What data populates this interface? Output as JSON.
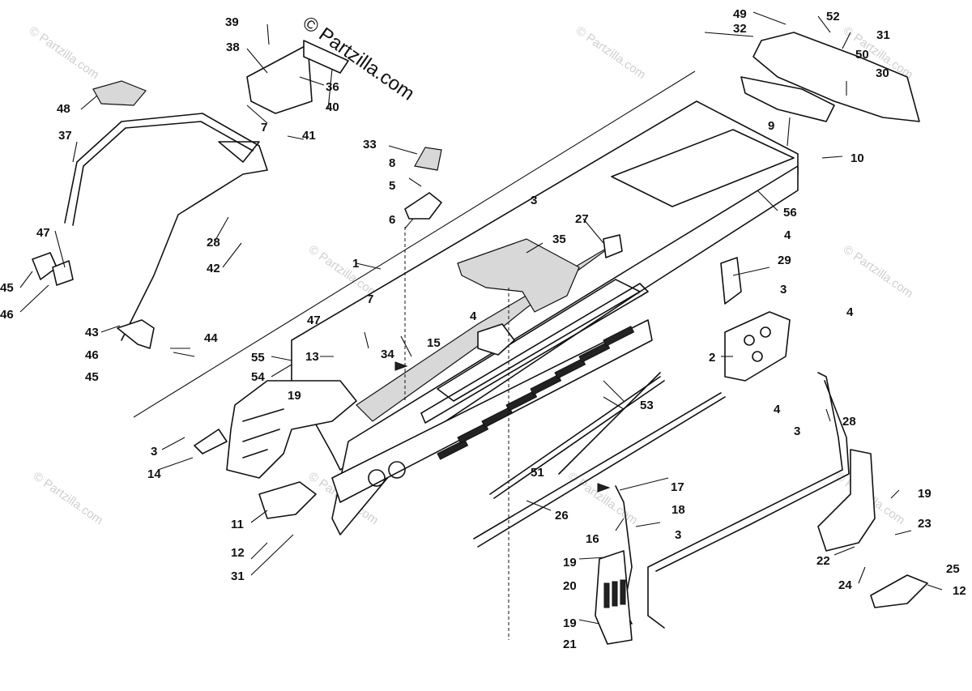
{
  "brand": {
    "text": "© Partzilla.com"
  },
  "watermark": {
    "text": "© Partzilla.com"
  },
  "callouts": [
    "1",
    "2",
    "3",
    "4",
    "5",
    "6",
    "7",
    "8",
    "9",
    "10",
    "11",
    "12",
    "13",
    "14",
    "15",
    "16",
    "17",
    "18",
    "19",
    "20",
    "21",
    "22",
    "23",
    "24",
    "25",
    "26",
    "27",
    "28",
    "29",
    "30",
    "31",
    "32",
    "33",
    "34",
    "35",
    "36",
    "37",
    "38",
    "39",
    "40",
    "41",
    "42",
    "43",
    "44",
    "45",
    "46",
    "47",
    "48",
    "49",
    "50",
    "51",
    "52",
    "53",
    "54",
    "55",
    "56"
  ]
}
